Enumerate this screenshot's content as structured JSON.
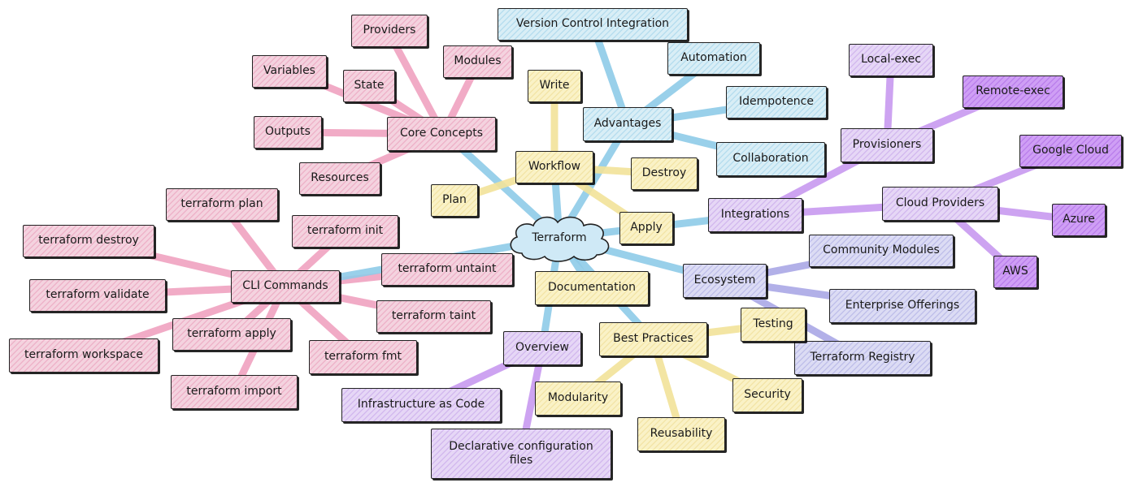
{
  "center": "Terraform",
  "core": {
    "title": "Core Concepts",
    "items": [
      "Providers",
      "Modules",
      "Variables",
      "State",
      "Outputs",
      "Resources"
    ]
  },
  "advantages": {
    "title": "Advantages",
    "items": [
      "Version Control Integration",
      "Automation",
      "Idempotence",
      "Collaboration"
    ]
  },
  "workflow": {
    "title": "Workflow",
    "items": [
      "Write",
      "Plan",
      "Destroy",
      "Apply"
    ]
  },
  "cli": {
    "title": "CLI Commands",
    "items": [
      "terraform plan",
      "terraform init",
      "terraform destroy",
      "terraform untaint",
      "terraform validate",
      "terraform taint",
      "terraform apply",
      "terraform workspace",
      "terraform fmt",
      "terraform import"
    ]
  },
  "documentation": "Documentation",
  "integrations": {
    "title": "Integrations",
    "provisioners": {
      "title": "Provisioners",
      "items": [
        "Local-exec",
        "Remote-exec"
      ]
    },
    "cloud_providers": {
      "title": "Cloud Providers",
      "items": [
        "Google Cloud",
        "Azure",
        "AWS"
      ]
    }
  },
  "ecosystem": {
    "title": "Ecosystem",
    "items": [
      "Community Modules",
      "Enterprise Offerings",
      "Terraform Registry"
    ]
  },
  "overview": {
    "title": "Overview",
    "items": [
      "Infrastructure as Code",
      "Declarative configuration files"
    ]
  },
  "best_practices": {
    "title": "Best Practices",
    "items": [
      "Testing",
      "Modularity",
      "Security",
      "Reusability"
    ]
  },
  "colors": {
    "pink": "#f0a3c0",
    "blue": "#8fcbe8",
    "yellow": "#f2e39a",
    "purple": "#c89af0",
    "lavender": "#aaa8e6",
    "violet": "#b76ef0"
  }
}
